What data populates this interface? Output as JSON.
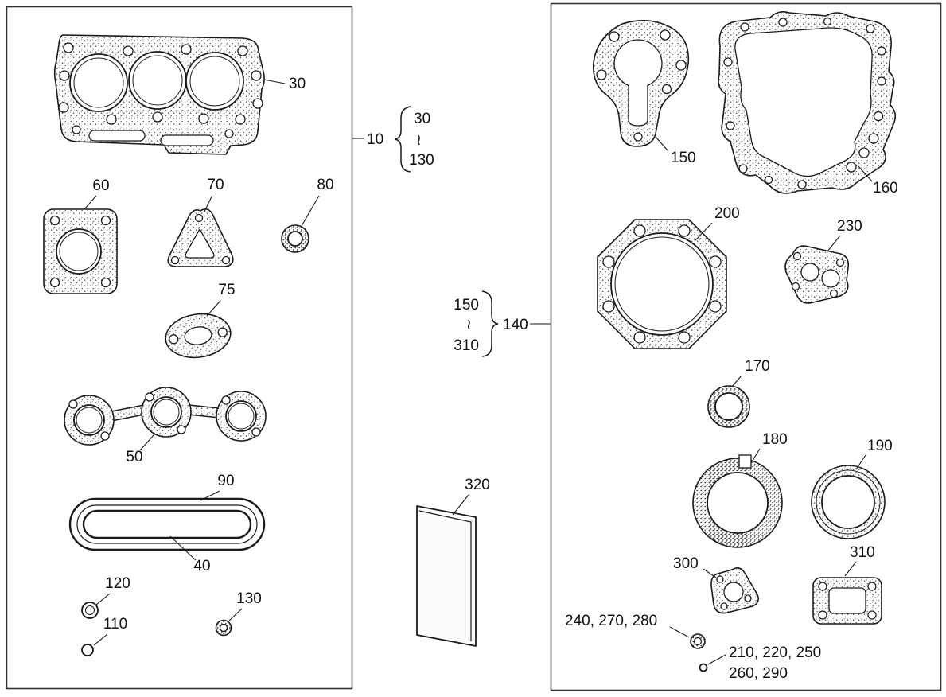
{
  "colors": {
    "ink": "#1a1a1a",
    "paper": "#ffffff"
  },
  "figure": {
    "left_box": {
      "callout": "10",
      "range": {
        "from": "30",
        "tilde": "≀",
        "to": "130"
      },
      "parts": {
        "head_gasket": "30",
        "side_cover_gasket": "60",
        "triangle_cover_gasket": "70",
        "valve_stem_seal": "80",
        "outlet_gasket": "75",
        "manifold_gasket": "50",
        "oil_pan_gasket_outer": "90",
        "oil_pan_gasket_inner": "40",
        "washer": "120",
        "o_ring": "110",
        "small_seal": "130"
      }
    },
    "right_box": {
      "callout": "140",
      "range": {
        "from": "150",
        "tilde": "≀",
        "to": "310"
      },
      "parts": {
        "water_pump_gasket": "150",
        "gear_case_gasket": "160",
        "bearing_case_gasket": "200",
        "small_plate_gasket": "230",
        "round_seal": "170",
        "bearing_gasket": "180",
        "oil_seal": "190",
        "cover_gasket": "310",
        "small_triangle_gasket": "300",
        "gasket_sheet": "320",
        "seal_group_a": "240, 270, 280",
        "seal_group_b_line1": "210, 220, 250",
        "seal_group_b_line2": "260, 290"
      }
    }
  }
}
